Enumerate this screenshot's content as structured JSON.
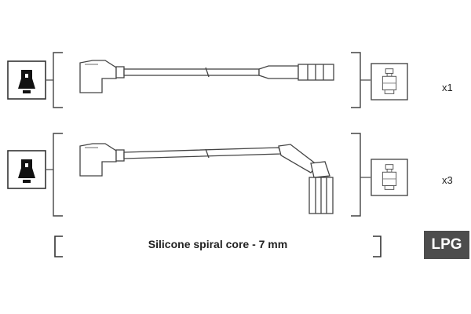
{
  "sets": [
    {
      "quantity": "x1"
    },
    {
      "quantity": "x3"
    }
  ],
  "spec": {
    "text": "Silicone spiral core - 7 mm"
  },
  "badge": {
    "text": "LPG",
    "color": "#4d4d4d"
  },
  "icons": {
    "coil_terminal": "coil-terminal-icon",
    "spark_plug_terminal": "spark-plug-terminal-icon"
  }
}
